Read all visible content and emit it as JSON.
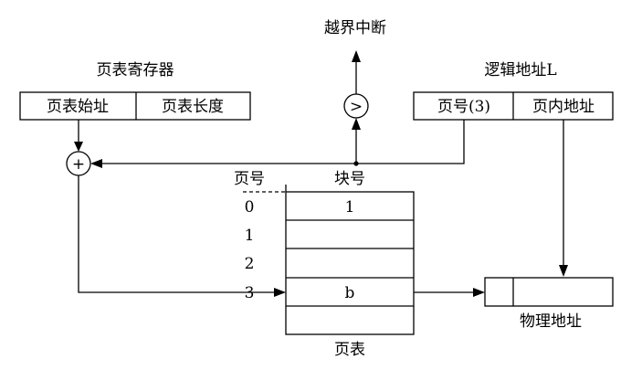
{
  "labels": {
    "overflow_interrupt": "越界中断",
    "page_table_register": "页表寄存器",
    "page_table_start": "页表始址",
    "page_table_length": "页表长度",
    "compare_symbol": ">",
    "adder_symbol": "+",
    "logical_address": "逻辑地址L",
    "page_number": "页号(3)",
    "page_offset": "页内地址",
    "col_page_no": "页号",
    "col_block_no": "块号",
    "page_table_caption": "页表",
    "physical_address": "物理地址"
  },
  "page_table": {
    "rows": [
      {
        "page": "0",
        "block": "1"
      },
      {
        "page": "1",
        "block": ""
      },
      {
        "page": "2",
        "block": ""
      },
      {
        "page": "3",
        "block": "b"
      },
      {
        "page": "",
        "block": ""
      }
    ]
  }
}
